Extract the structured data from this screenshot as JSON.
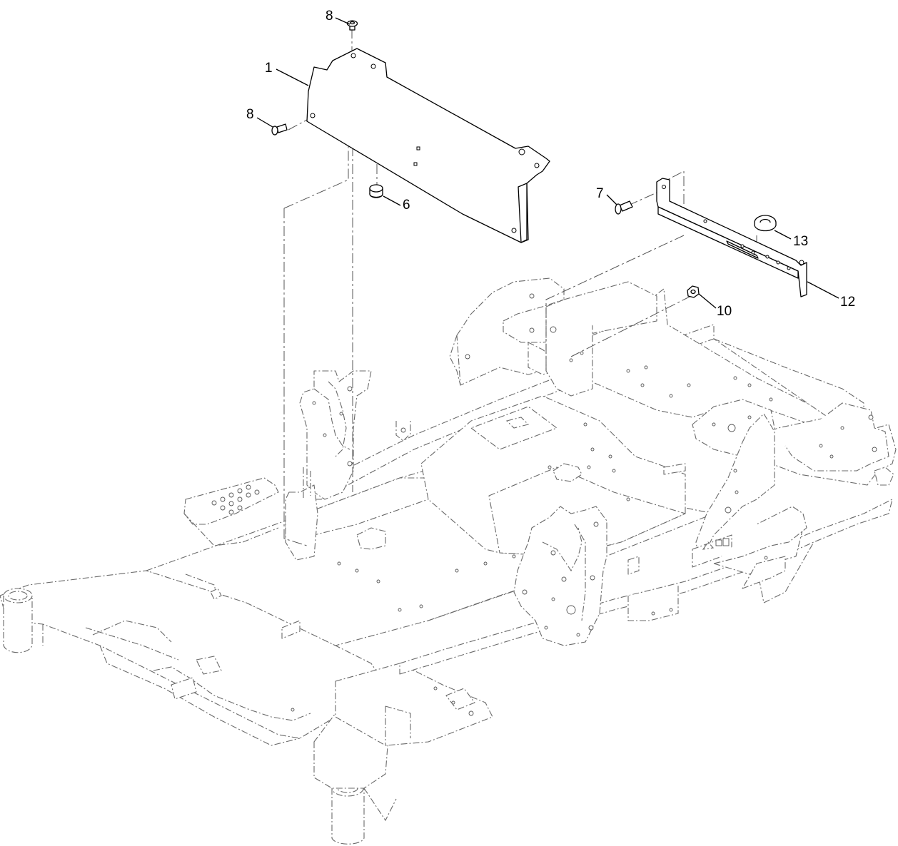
{
  "diagram": {
    "callouts": [
      {
        "id": "c1",
        "text": "1"
      },
      {
        "id": "c6",
        "text": "6"
      },
      {
        "id": "c7",
        "text": "7"
      },
      {
        "id": "c8a",
        "text": "8"
      },
      {
        "id": "c8b",
        "text": "8"
      },
      {
        "id": "c10",
        "text": "10"
      },
      {
        "id": "c12",
        "text": "12"
      },
      {
        "id": "c13",
        "text": "13"
      }
    ]
  }
}
